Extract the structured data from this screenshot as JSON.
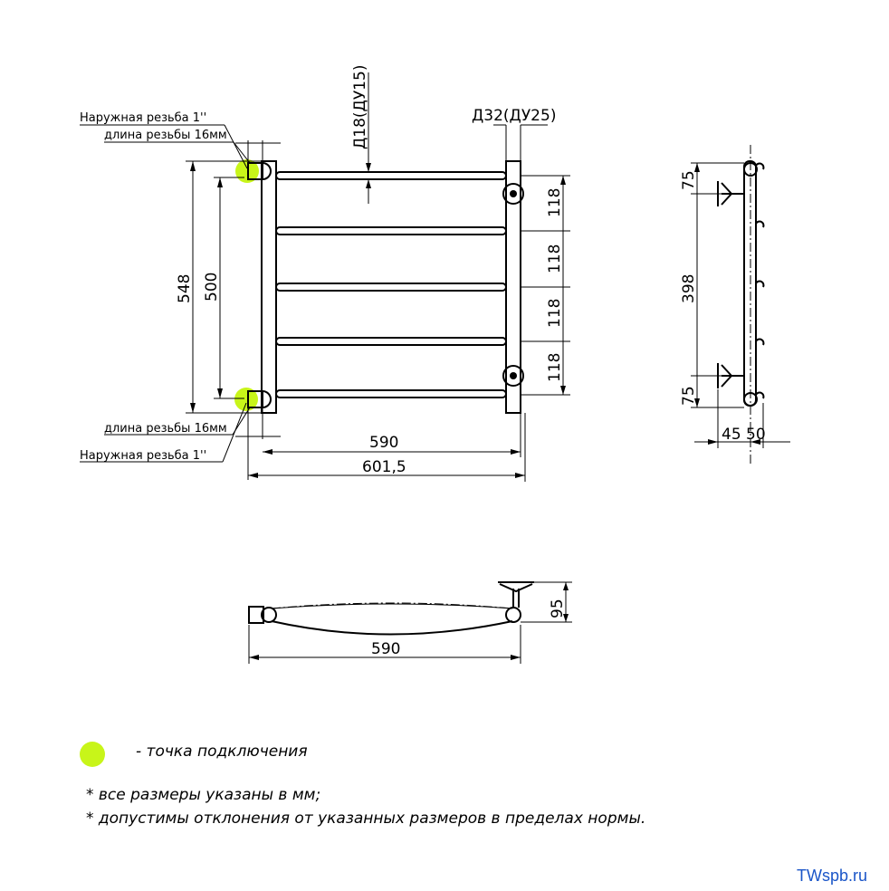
{
  "dimensions": {
    "height_total": "548",
    "center_distance": "500",
    "width_total": "590",
    "width_overall": "601,5",
    "bar_spacing": [
      "118",
      "118",
      "118",
      "118"
    ],
    "pipe_small": "Д18(ДУ15)",
    "pipe_large": "Д32(ДУ25)",
    "side_top_offset": "75",
    "side_bracket_distance": "398",
    "side_bottom_offset": "75",
    "side_depth_a": "45",
    "side_depth_b": "50",
    "top_view_depth": "95",
    "top_view_width": "590"
  },
  "annotations": {
    "thread_top": "Наружная резьба 1''",
    "thread_len_top": "длина резьбы 16мм",
    "thread_len_bottom": "длина резьбы 16мм",
    "thread_bottom": "Наружная резьба 1''"
  },
  "legend": {
    "connection_point": "- точка подключения",
    "note_1": "* все размеры указаны в мм;",
    "note_2": "* допустимы отклонения от указанных размеров в пределах нормы.",
    "connection_color": "#c8f519"
  },
  "footer": {
    "site": "TWspb.ru"
  }
}
